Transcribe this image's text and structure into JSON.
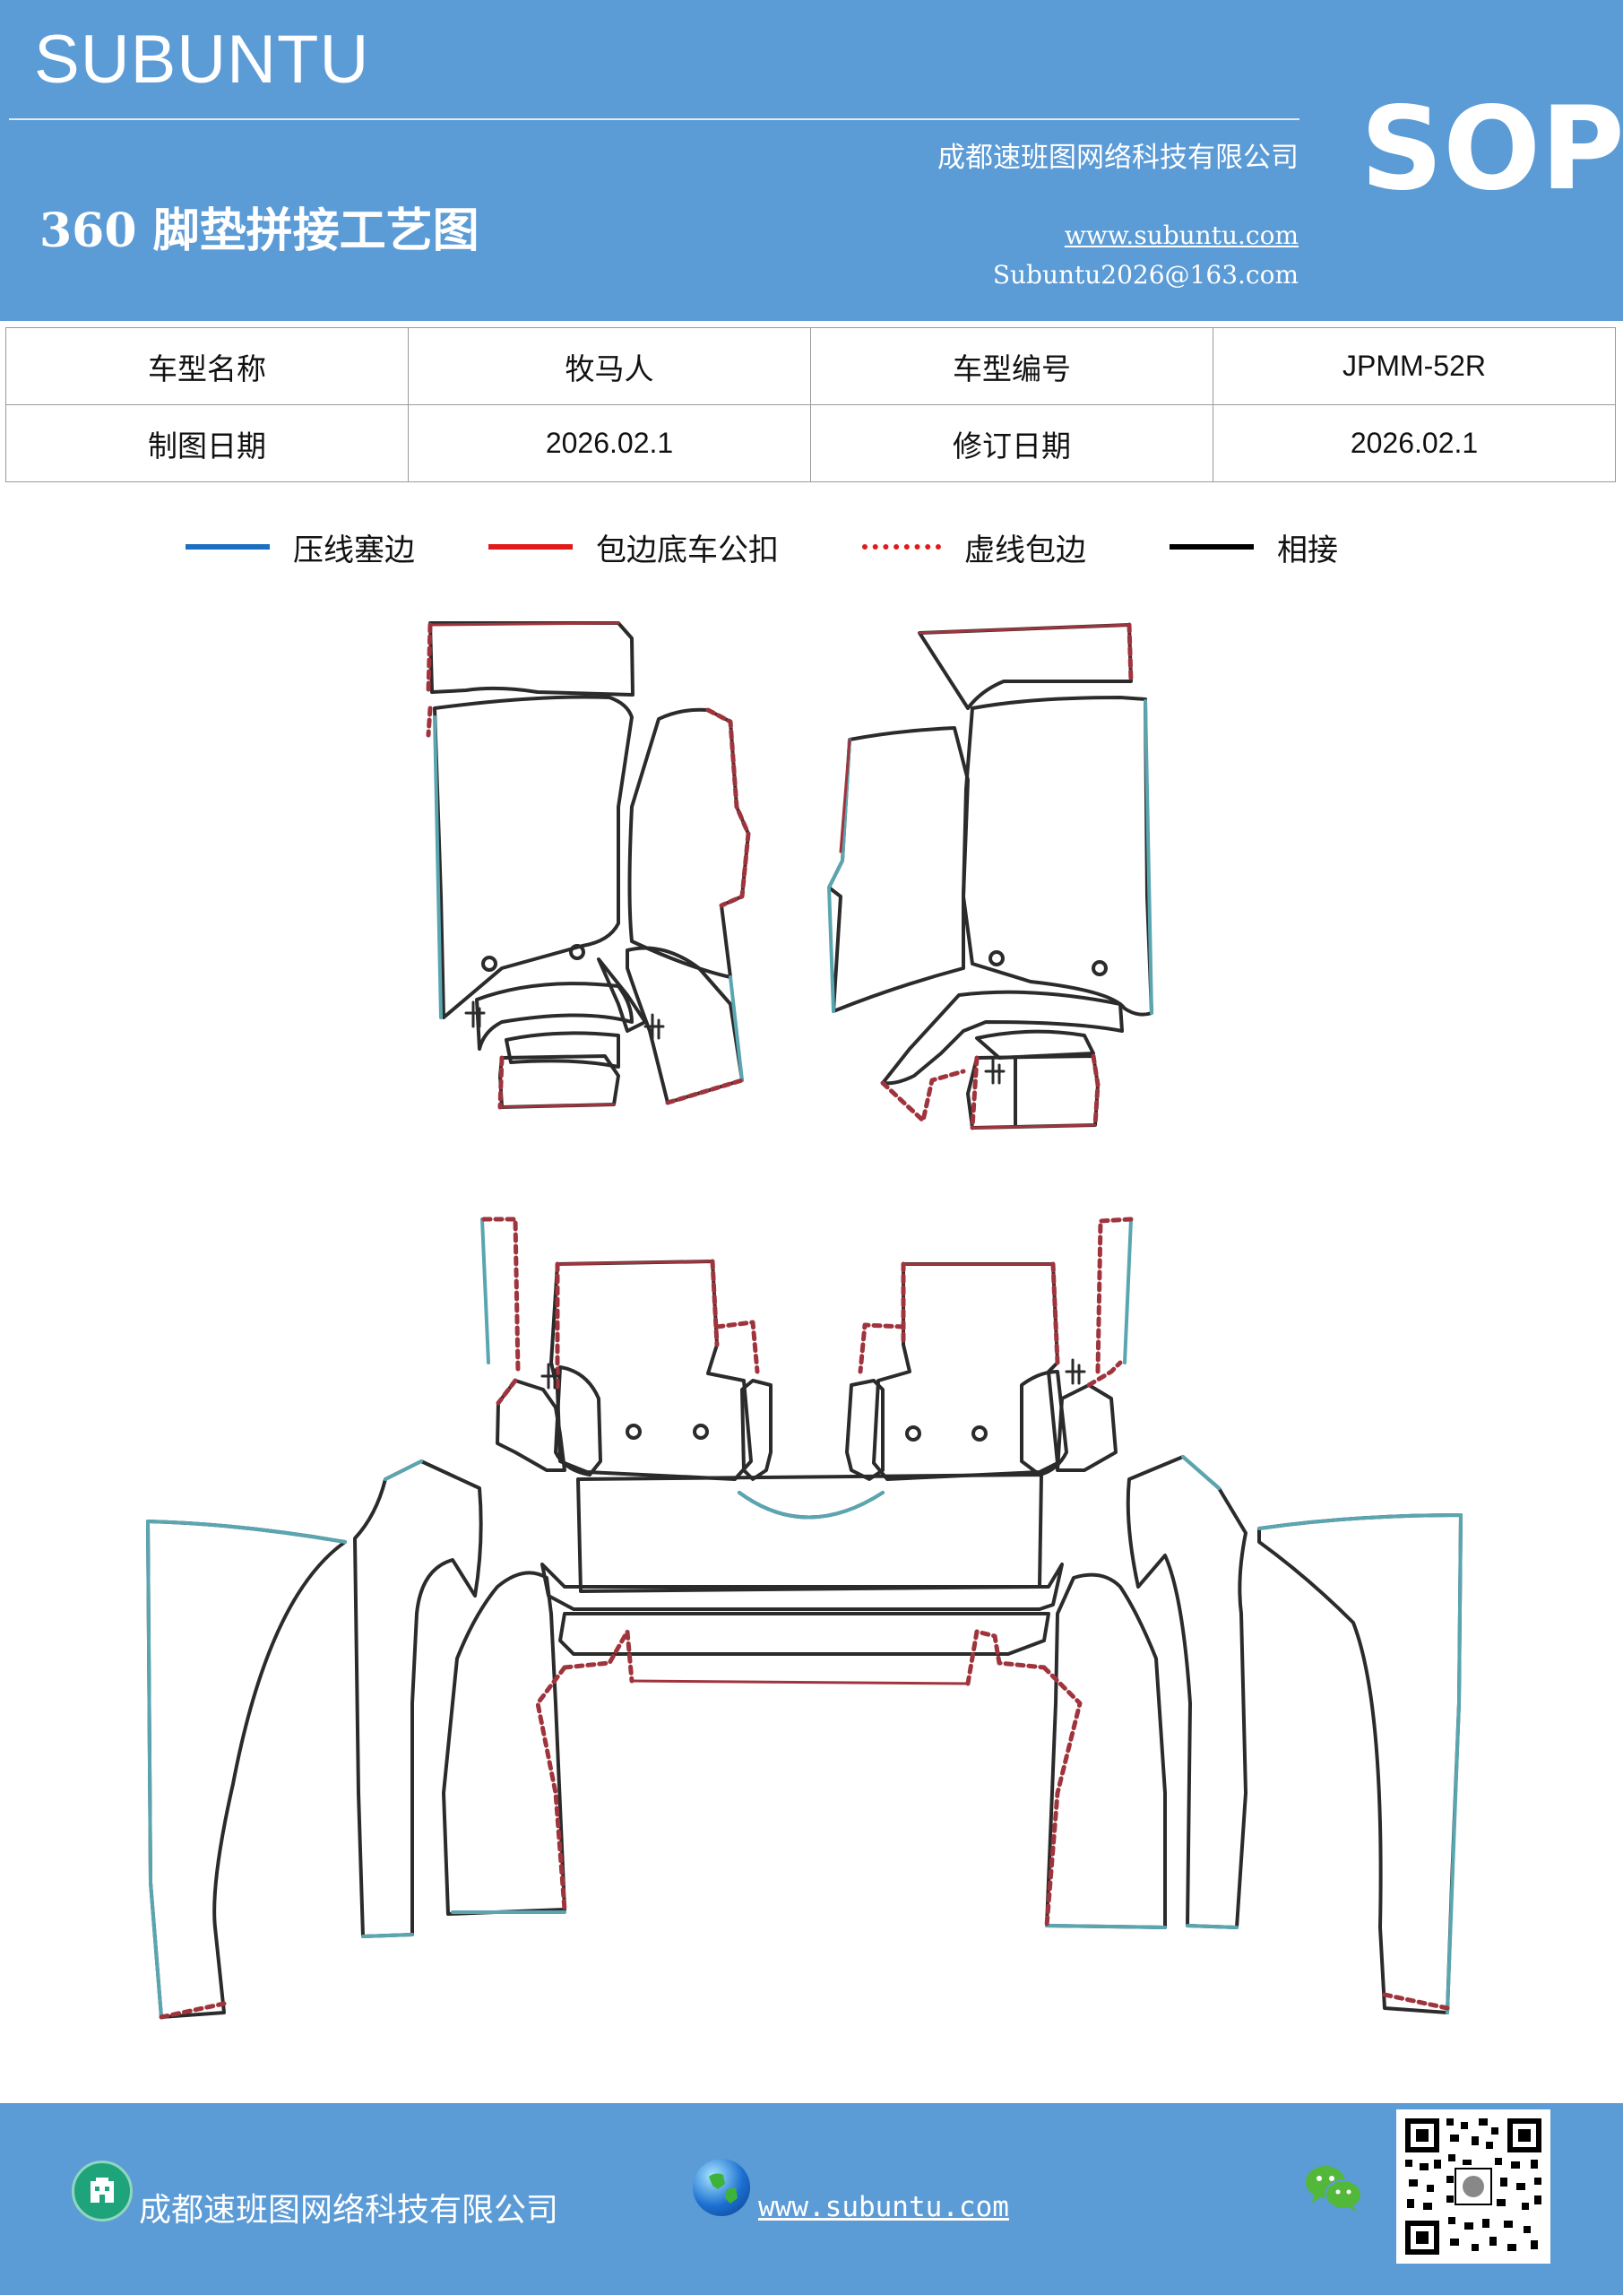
{
  "header": {
    "brand": "SUBUNTU",
    "badge": "SOP",
    "company": "成都速班图网络科技有限公司",
    "title": "360 脚垫拼接工艺图",
    "website": "www.subuntu.com",
    "email": "Subuntu2026@163.com"
  },
  "info_table": {
    "rows": [
      [
        "车型名称",
        "牧马人",
        "车型编号",
        "JPMM-52R"
      ],
      [
        "制图日期",
        "2026.02.1",
        "修订日期",
        "2026.02.1"
      ]
    ]
  },
  "legend": [
    {
      "label": "压线塞边",
      "color": "#1b6fc0",
      "style": "solid"
    },
    {
      "label": "包边底车公扣",
      "color": "#e21a1a",
      "style": "solid"
    },
    {
      "label": "虚线包边",
      "color": "#e21a1a",
      "style": "dotted"
    },
    {
      "label": "相接",
      "color": "#000000",
      "style": "solid"
    }
  ],
  "diagram_colors": {
    "outline": "#2b2b2b",
    "edge_blue": "#5aa6b0",
    "edge_red": "#a0343d"
  },
  "footer": {
    "company": "成都速班图网络科技有限公司",
    "website": "www.subuntu.com",
    "building_icon": "building-icon",
    "globe_icon": "globe-icon",
    "wechat_icon": "wechat-icon",
    "qr_code": "qr-code"
  }
}
